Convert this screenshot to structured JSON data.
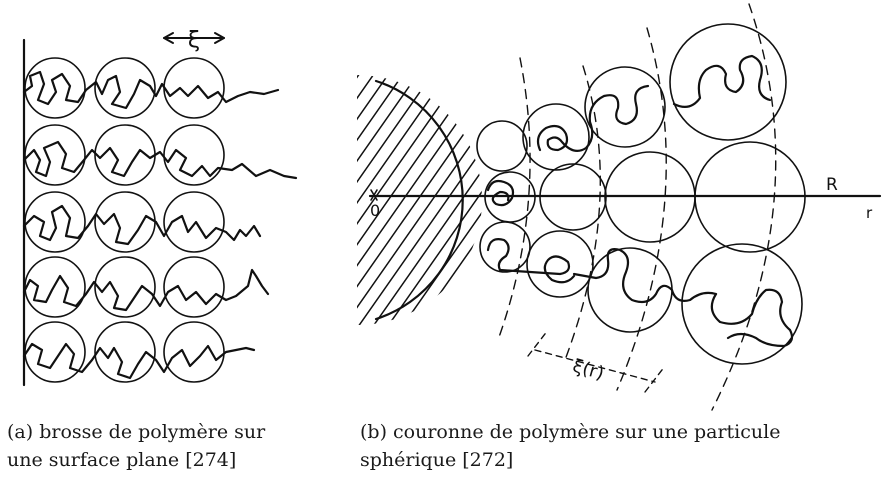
{
  "figure_a": {
    "xi_label": "ξ",
    "caption_line1": "(a) brosse de polymère sur",
    "caption_line2": "une surface plane [274]"
  },
  "figure_b": {
    "origin_label": "0",
    "R_label": "R",
    "r_label": "r",
    "xi_r_label": "ξ(r)",
    "caption_line1": "(b) couronne de polymère sur une particule",
    "caption_line2": "sphérique [272]"
  }
}
